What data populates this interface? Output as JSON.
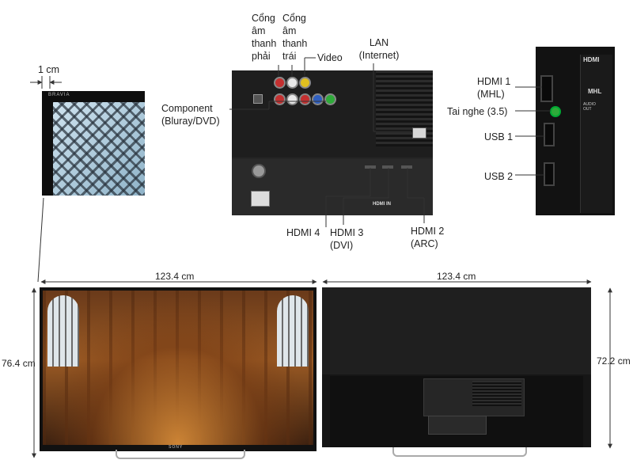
{
  "bezel_figure": {
    "width_label": "1 cm",
    "brand": "BRAVIA"
  },
  "rear_ports": {
    "audio_right_label": "Cổng\nâm\nthanh\nphải",
    "audio_left_label": "Cổng\nâm\nthanh\ntrái",
    "video_label": "Video",
    "lan_label": "LAN\n(Internet)",
    "component_label": "Component\n(Bluray/DVD)",
    "hdmi4_label": "HDMI 4",
    "hdmi3_label": "HDMI 3\n(DVI)",
    "hdmi2_label": "HDMI 2\n(ARC)",
    "panel_small_text": "HDMI IN"
  },
  "side_ports": {
    "hdmi1_label": "HDMI 1\n(MHL)",
    "headphone_label": "Tai nghe (3.5)",
    "usb1_label": "USB 1",
    "usb2_label": "USB 2",
    "panel_hdmi_text": "HDMI",
    "panel_mhl_text": "MHL",
    "panel_audio_text": "AUDIO OUT"
  },
  "front_view": {
    "width": "123.4 cm",
    "height": "76.4 cm",
    "brand": "SONY"
  },
  "back_view": {
    "width": "123.4 cm",
    "height": "72.2 cm"
  },
  "colors": {
    "ink": "#222222",
    "tv_black": "#111111",
    "panel_dark": "#1c1c1c",
    "port_green": "#2faa3a"
  }
}
